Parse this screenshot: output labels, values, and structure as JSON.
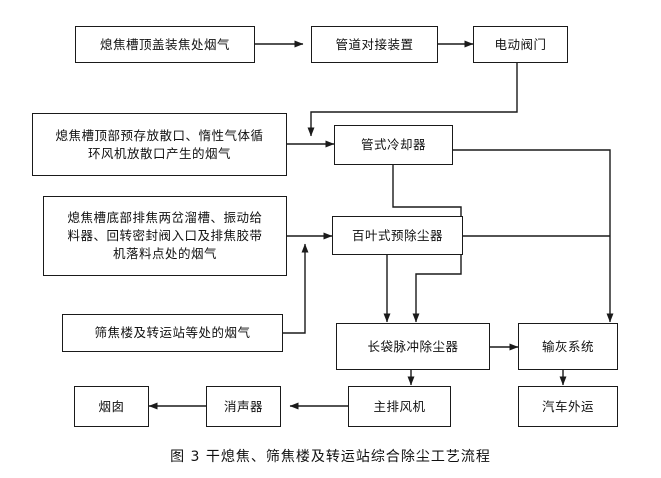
{
  "figure": {
    "caption": "图 3  干熄焦、筛焦楼及转运站综合除尘工艺流程",
    "line_color": "#1a1a1a",
    "box_fill": "#ffffff",
    "background": "#ffffff"
  },
  "nodes": {
    "coke_top_charging_gas": "熄焦槽顶盖装焦处烟气",
    "pipe_docking_device": "管道对接装置",
    "electric_valve": "电动阀门",
    "coke_top_vent_gas_line1": "熄焦槽顶部预存放散口、惰性气体循",
    "coke_top_vent_gas_line2": "环风机放散口产生的烟气",
    "tubular_cooler": "管式冷却器",
    "coke_bottom_gas_line1": "熄焦槽底部排焦两岔溜槽、振动给",
    "coke_bottom_gas_line2": "料器、回转密封阀入口及排焦胶带",
    "coke_bottom_gas_line3": "机落料点处的烟气",
    "louvre_pre_duster": "百叶式预除尘器",
    "screening_transfer_gas": "筛焦楼及转运站等处的烟气",
    "long_bag_pulse_duster": "长袋脉冲除尘器",
    "ash_conveying_system": "输灰系统",
    "chimney": "烟囱",
    "silencer": "消声器",
    "main_exhaust_fan": "主排风机",
    "truck_transport_out": "汽车外运"
  },
  "flow_edges": [
    {
      "from": "coke_top_charging_gas",
      "to": "pipe_docking_device",
      "arrow": true
    },
    {
      "from": "pipe_docking_device",
      "to": "electric_valve",
      "arrow": true
    },
    {
      "from": "electric_valve",
      "to": "tubular_cooler",
      "arrow": true
    },
    {
      "from": "coke_top_vent_gas",
      "to": "tubular_cooler",
      "arrow": true
    },
    {
      "from": "tubular_cooler",
      "to": "long_bag_pulse_duster",
      "arrow": true
    },
    {
      "from": "tubular_cooler",
      "to": "ash_conveying_system",
      "arrow": true
    },
    {
      "from": "coke_bottom_gas",
      "to": "louvre_pre_duster",
      "arrow": true
    },
    {
      "from": "screening_transfer_gas",
      "to": "louvre_pre_duster",
      "arrow": true
    },
    {
      "from": "louvre_pre_duster",
      "to": "long_bag_pulse_duster",
      "arrow": true
    },
    {
      "from": "louvre_pre_duster",
      "to": "ash_conveying_system",
      "arrow": true
    },
    {
      "from": "long_bag_pulse_duster",
      "to": "ash_conveying_system",
      "arrow": true
    },
    {
      "from": "long_bag_pulse_duster",
      "to": "main_exhaust_fan",
      "arrow": true
    },
    {
      "from": "ash_conveying_system",
      "to": "truck_transport_out",
      "arrow": true
    },
    {
      "from": "main_exhaust_fan",
      "to": "silencer",
      "arrow": true
    },
    {
      "from": "silencer",
      "to": "chimney",
      "arrow": true
    }
  ]
}
